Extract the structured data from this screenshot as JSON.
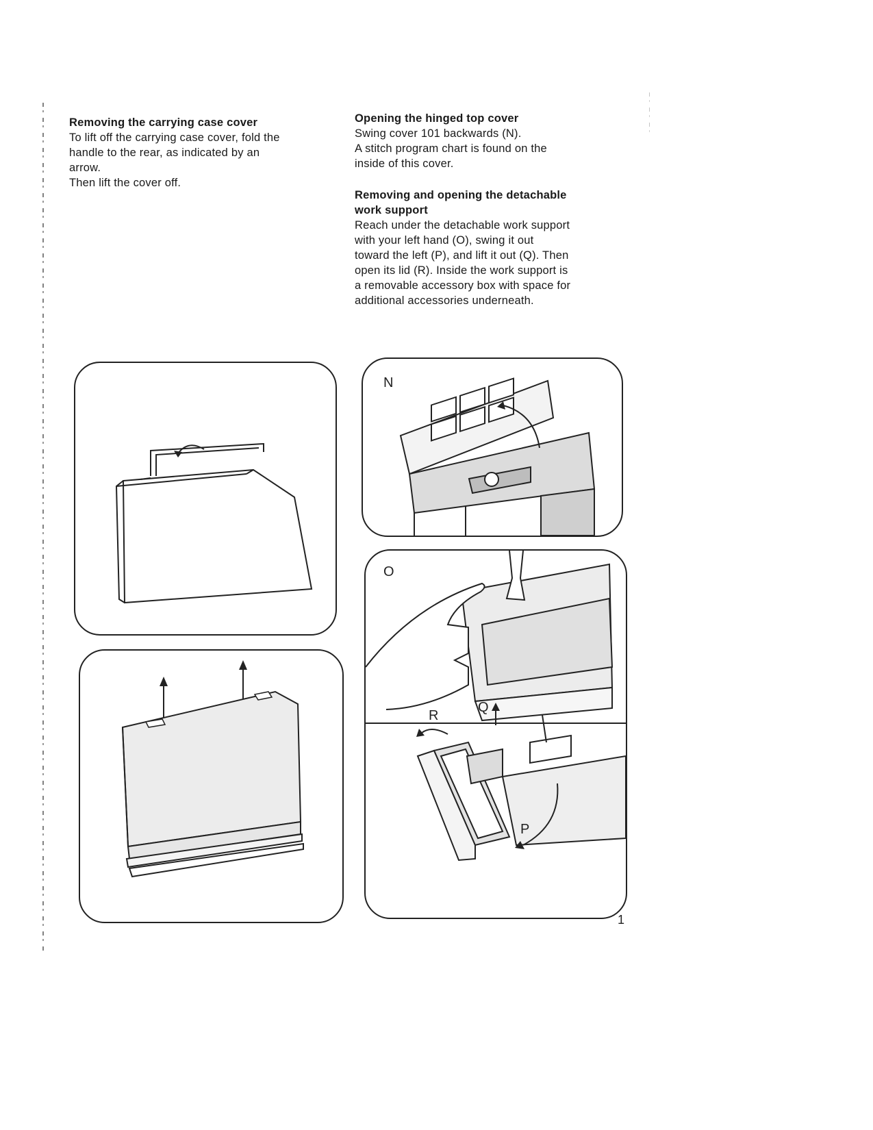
{
  "left_column": {
    "heading": "Removing the carrying case cover",
    "lines": [
      "To lift off the carrying case cover, fold the",
      "handle to the rear, as indicated by an",
      "arrow.",
      "Then lift the cover off."
    ]
  },
  "right_column": {
    "section1": {
      "heading": "Opening the hinged top cover",
      "lines": [
        "Swing cover 101 backwards (N).",
        "A stitch program chart is found on the",
        "inside of this cover."
      ]
    },
    "section2": {
      "heading_lines": [
        "Removing and opening the detachable",
        "work support"
      ],
      "lines": [
        "Reach under the detachable work support",
        "with your left hand (O), swing it out",
        "toward the left (P), and lift it out (Q). Then",
        "open its lid (R). Inside the work support is",
        "a removable accessory box with space for",
        "additional accessories underneath."
      ]
    }
  },
  "figures": {
    "label_n": "N",
    "label_o": "O",
    "label_r": "R",
    "label_q": "Q",
    "label_p": "P"
  },
  "page_number": "1"
}
